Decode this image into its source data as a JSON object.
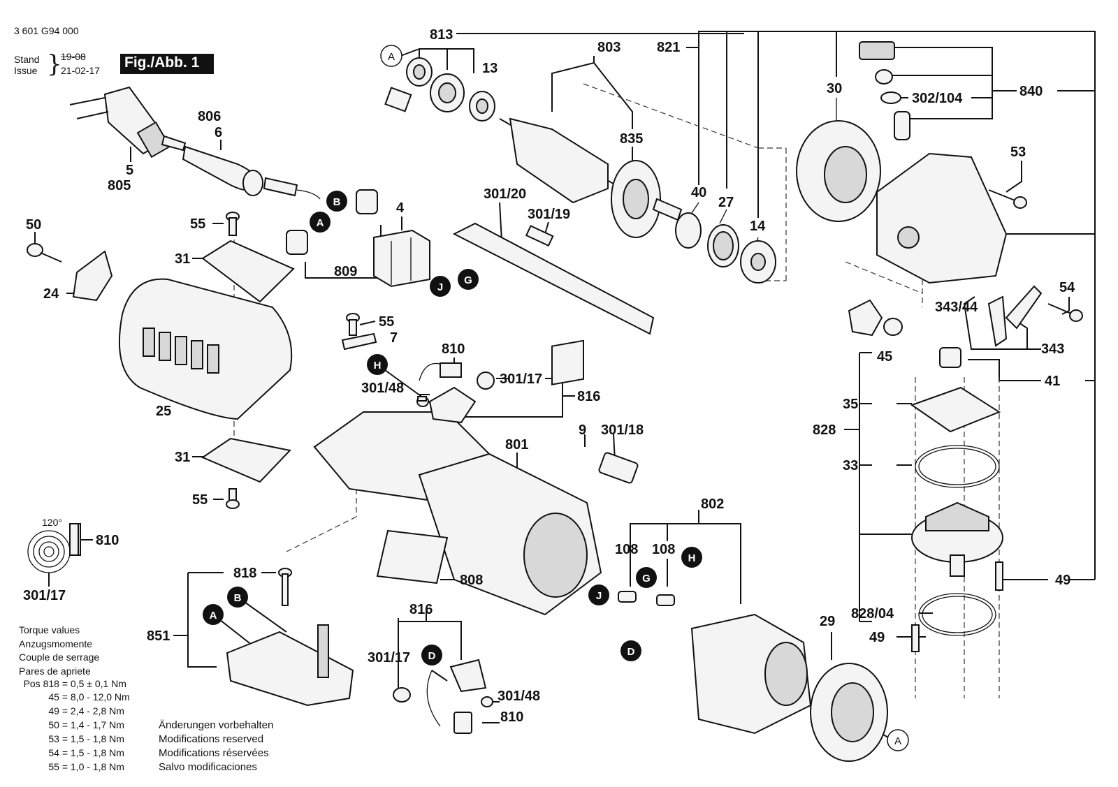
{
  "header": {
    "doc_number": "3 601 G94 000",
    "stand_label": "Stand",
    "issue_label": "Issue",
    "stand_value": "19-08",
    "issue_value": "21-02-17",
    "figure_label": "Fig./Abb. 1"
  },
  "torque": {
    "headings": [
      "Torque values",
      "Anzugsmomente",
      "Couple de serrage",
      "Pares de apriete"
    ],
    "rows": [
      {
        "pos": "Pos 818 =",
        "value": "0,5 ± 0,1 Nm"
      },
      {
        "pos": "45 =",
        "value": "8,0 - 12,0 Nm"
      },
      {
        "pos": "49 =",
        "value": "2,4 - 2,8 Nm"
      },
      {
        "pos": "50 =",
        "value": "1,4 - 1,7 Nm"
      },
      {
        "pos": "53 =",
        "value": "1,5 - 1,8 Nm"
      },
      {
        "pos": "54 =",
        "value": "1,5 - 1,8 Nm"
      },
      {
        "pos": "55 =",
        "value": "1,0 - 1,8 Nm"
      }
    ]
  },
  "modifications": [
    "Änderungen vorbehalten",
    "Modifications reserved",
    "Modifications réservées",
    "Salvo modificaciones"
  ],
  "part_labels": {
    "p813": "813",
    "p803": "803",
    "p821": "821",
    "p840": "840",
    "p30": "30",
    "p302_104": "302/104",
    "p13": "13",
    "p835": "835",
    "p53": "53",
    "p806": "806",
    "p6": "6",
    "p5": "5",
    "p805": "805",
    "p40": "40",
    "p27": "27",
    "p14": "14",
    "p301_20": "301/20",
    "p301_19": "301/19",
    "p50": "50",
    "p55a": "55",
    "p4": "4",
    "p31a": "31",
    "p24": "24",
    "p809": "809",
    "p54": "54",
    "p343_44": "343/44",
    "p343": "343",
    "p45": "45",
    "p41": "41",
    "p55b": "55",
    "p7": "7",
    "p810a": "810",
    "p301_17a": "301/17",
    "p816a": "816",
    "p301_48a": "301/48",
    "p25": "25",
    "p35": "35",
    "p828": "828",
    "p9": "9",
    "p301_18": "301/18",
    "p801": "801",
    "p33": "33",
    "p31b": "31",
    "p55c": "55",
    "p810b": "810",
    "p301_17b": "301/17",
    "p802": "802",
    "p108a": "108",
    "p108b": "108",
    "p818": "818",
    "p808": "808",
    "p49a": "49",
    "p851": "851",
    "p816b": "816",
    "p828_04": "828/04",
    "p29": "29",
    "p49b": "49",
    "p301_17c": "301/17",
    "p301_48b": "301/48",
    "p810c": "810",
    "angle": "120°"
  },
  "connectors": {
    "a": "A",
    "b": "B",
    "d": "D",
    "g": "G",
    "h": "H",
    "j": "J"
  },
  "colors": {
    "ink": "#111111",
    "paper": "#ffffff",
    "part_fill": "#f4f4f4",
    "part_shade": "#d8d8d8"
  }
}
